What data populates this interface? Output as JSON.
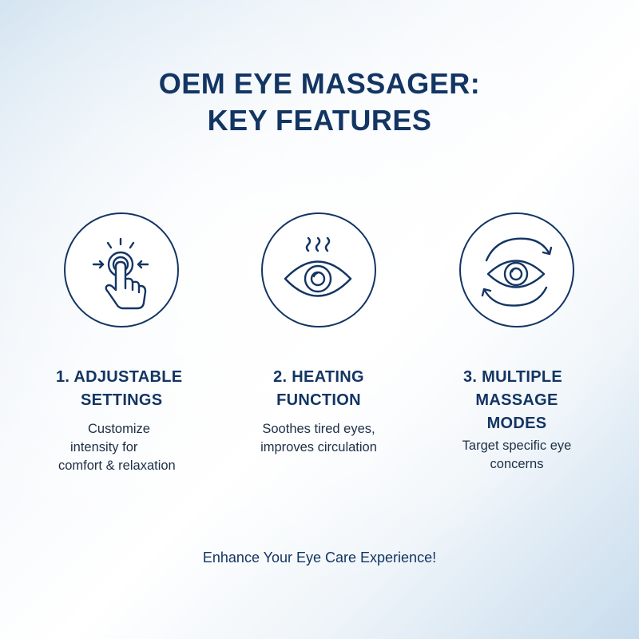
{
  "title": {
    "line1": "OEM EYE MASSAGER:",
    "line2": "KEY FEATURES"
  },
  "features": [
    {
      "icon": "touch-adjust-icon",
      "heading": [
        "1. ADJUSTABLE",
        "SETTINGS"
      ],
      "description": [
        "Customize",
        "intensity for",
        "comfort & relaxation"
      ]
    },
    {
      "icon": "heated-eye-icon",
      "heading": [
        "2. HEATING",
        "FUNCTION"
      ],
      "description": [
        "Soothes tired eyes,",
        "improves circulation"
      ]
    },
    {
      "icon": "eye-rotation-icon",
      "heading": [
        "3. MULTIPLE",
        "MASSAGE",
        "MODES"
      ],
      "description": [
        "Target specific eye",
        "concerns"
      ]
    }
  ],
  "footer": "Enhance Your Eye Care Experience!",
  "colors": {
    "primary": "#133563",
    "text": "#1e2f45"
  }
}
